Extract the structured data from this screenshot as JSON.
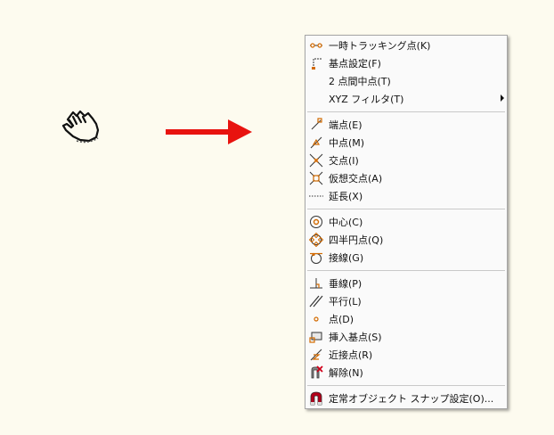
{
  "menu": {
    "items": [
      {
        "label": "一時トラッキング点(K)",
        "icon": "temporary-track-point-icon"
      },
      {
        "label": "基点設定(F)",
        "icon": "from-point-icon"
      },
      {
        "label": "2 点間中点(T)",
        "icon": ""
      },
      {
        "label": "XYZ フィルタ(T)",
        "icon": "",
        "submenu": true
      },
      {
        "label": "端点(E)",
        "icon": "endpoint-icon"
      },
      {
        "label": "中点(M)",
        "icon": "midpoint-icon"
      },
      {
        "label": "交点(I)",
        "icon": "intersection-icon"
      },
      {
        "label": "仮想交点(A)",
        "icon": "apparent-intersection-icon"
      },
      {
        "label": "延長(X)",
        "icon": "extension-icon"
      },
      {
        "label": "中心(C)",
        "icon": "center-icon"
      },
      {
        "label": "四半円点(Q)",
        "icon": "quadrant-icon"
      },
      {
        "label": "接線(G)",
        "icon": "tangent-icon"
      },
      {
        "label": "垂線(P)",
        "icon": "perpendicular-icon"
      },
      {
        "label": "平行(L)",
        "icon": "parallel-icon"
      },
      {
        "label": "点(D)",
        "icon": "node-icon"
      },
      {
        "label": "挿入基点(S)",
        "icon": "insert-icon"
      },
      {
        "label": "近接点(R)",
        "icon": "nearest-icon"
      },
      {
        "label": "解除(N)",
        "icon": "none-icon"
      },
      {
        "label": "定常オブジェクト スナップ設定(O)...",
        "icon": "osnap-settings-icon"
      }
    ]
  }
}
